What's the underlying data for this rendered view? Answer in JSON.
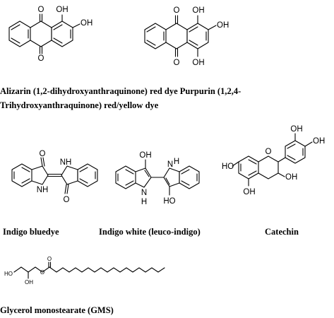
{
  "structures": {
    "alizarin": {
      "atoms": {
        "o_top": "O",
        "o_bottom": "O",
        "oh1": "OH",
        "oh2": "OH"
      }
    },
    "purpurin": {
      "atoms": {
        "o_top": "O",
        "o_bottom": "O",
        "oh1": "OH",
        "oh2": "OH",
        "oh4": "OH"
      }
    },
    "indigo": {
      "atoms": {
        "o_top": "O",
        "o_bottom": "O",
        "nh_top": "NH",
        "nh_bottom": "NH"
      }
    },
    "indigo_white": {
      "atoms": {
        "oh_top": "OH",
        "oh_bottom": "HO",
        "n_top": "N",
        "h_top": "H",
        "n_bottom": "N",
        "h_bottom": "H"
      }
    },
    "catechin": {
      "atoms": {
        "ho_left": "HO",
        "o_ring": "O",
        "oh_b1": "OH",
        "oh_b2": "OH",
        "oh_3": "OH",
        "oh_5": "OH"
      }
    },
    "gms": {
      "atoms": {
        "ho_top": "HO",
        "oh_mid": "OH",
        "o_ester": "O",
        "o_carbonyl": "O"
      }
    }
  },
  "captions": {
    "anthraquinones_line1": "Alizarin (1,2-dihydroxyanthraquinone) red dye Purpurin (1,2,4-",
    "anthraquinones_line2": "Trihydroxyanthraquinone) red/yellow dye",
    "indigo": "Indigo bluedye",
    "indigo_white": "Indigo white (leuco-indigo)",
    "catechin": "Catechin",
    "gms": "Glycerol monostearate (GMS)"
  }
}
